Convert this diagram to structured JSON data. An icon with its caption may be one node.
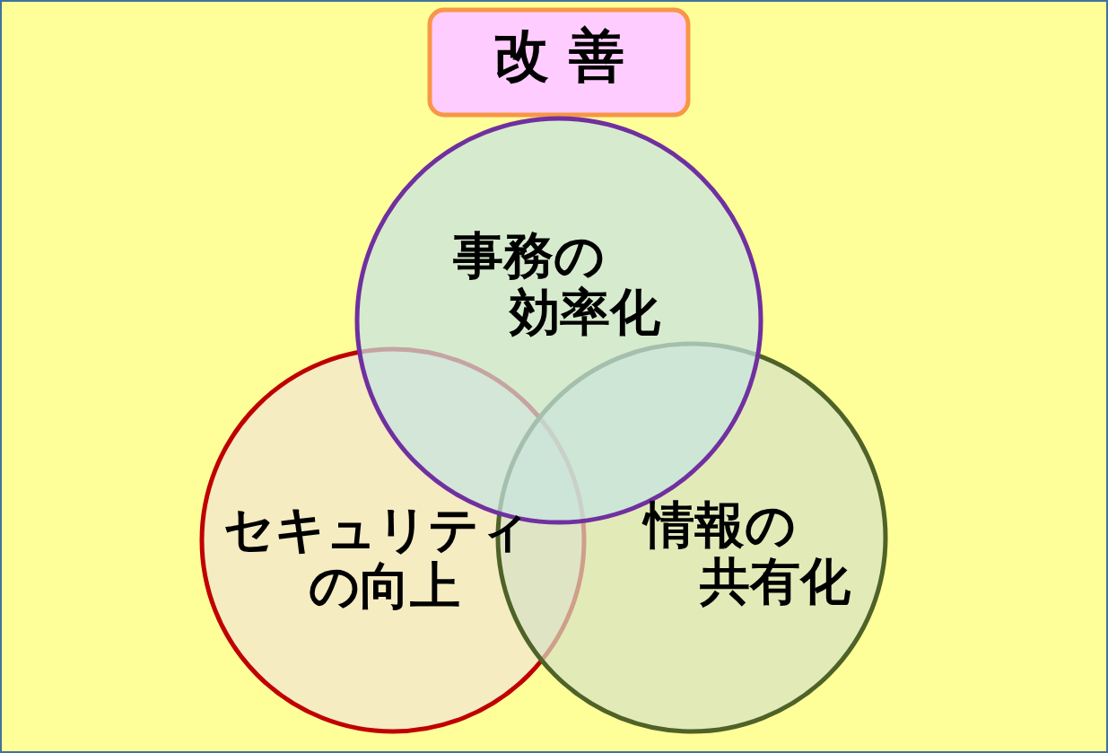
{
  "diagram": {
    "nodes": [
      {
        "text": [
          "改 善"
        ]
      },
      {
        "text": [
          "セキュリティの向上"
        ]
      },
      {
        "text": [
          "情報の共有化"
        ]
      },
      {
        "text": [
          "事務の効率化"
        ]
      }
    ]
  }
}
